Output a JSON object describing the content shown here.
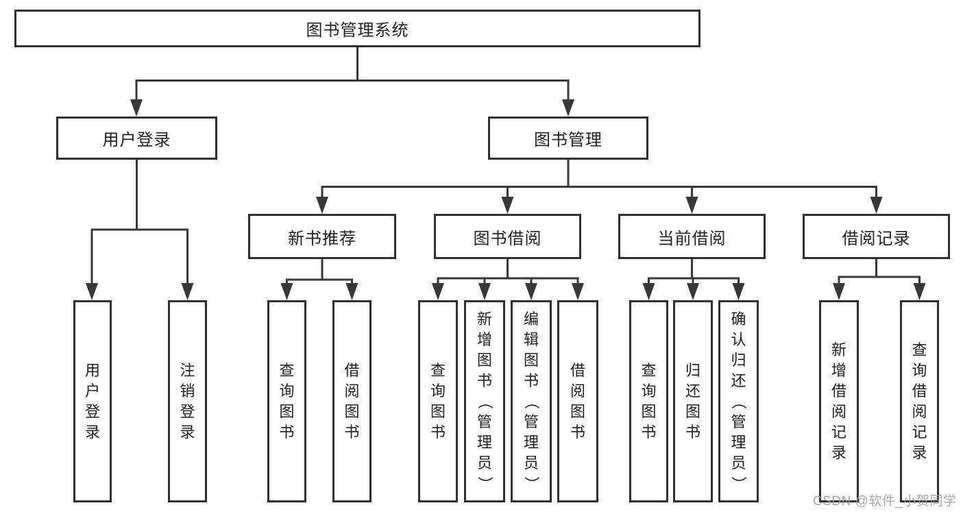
{
  "tree": {
    "label": "图书管理系统",
    "children": [
      {
        "label": "用户登录",
        "children": [
          {
            "label": "用户登录"
          },
          {
            "label": "注销登录"
          }
        ]
      },
      {
        "label": "图书管理",
        "children": [
          {
            "label": "新书推荐",
            "children": [
              {
                "label": "查询图书"
              },
              {
                "label": "借阅图书"
              }
            ]
          },
          {
            "label": "图书借阅",
            "children": [
              {
                "label": "查询图书"
              },
              {
                "label": "新增图书（管理员）"
              },
              {
                "label": "编辑图书（管理员）"
              },
              {
                "label": "借阅图书"
              }
            ]
          },
          {
            "label": "当前借阅",
            "children": [
              {
                "label": "查询图书"
              },
              {
                "label": "归还图书"
              },
              {
                "label": "确认归还（管理员）"
              }
            ]
          },
          {
            "label": "借阅记录",
            "children": [
              {
                "label": "新增借阅记录"
              },
              {
                "label": "查询借阅记录"
              }
            ]
          }
        ]
      }
    ]
  },
  "watermark": {
    "text": "CSDN @软件_小贺同学"
  },
  "colors": {
    "line": "#383838",
    "box_border": "#2f2f2f",
    "box_fill": "#ffffff",
    "text": "#212121",
    "watermark": "#9e9e9e"
  }
}
